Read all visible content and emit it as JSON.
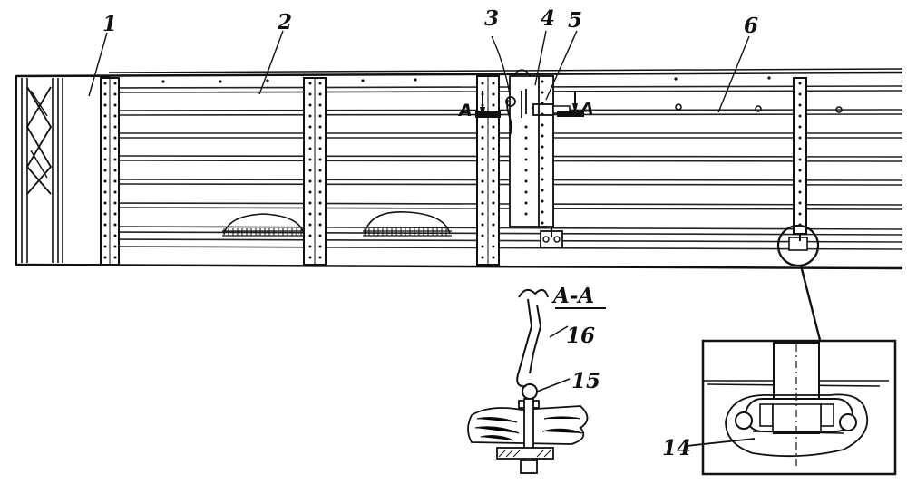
{
  "figure": {
    "callouts": [
      {
        "id": "c1",
        "text": "1"
      },
      {
        "id": "c2",
        "text": "2"
      },
      {
        "id": "c3",
        "text": "3"
      },
      {
        "id": "c4",
        "text": "4"
      },
      {
        "id": "c5",
        "text": "5"
      },
      {
        "id": "c6",
        "text": "6"
      },
      {
        "id": "c16",
        "text": "16"
      },
      {
        "id": "c15",
        "text": "15"
      },
      {
        "id": "c14",
        "text": "14"
      }
    ],
    "section_marks": {
      "left": "A",
      "right": "A"
    },
    "section_title": "A-A"
  }
}
